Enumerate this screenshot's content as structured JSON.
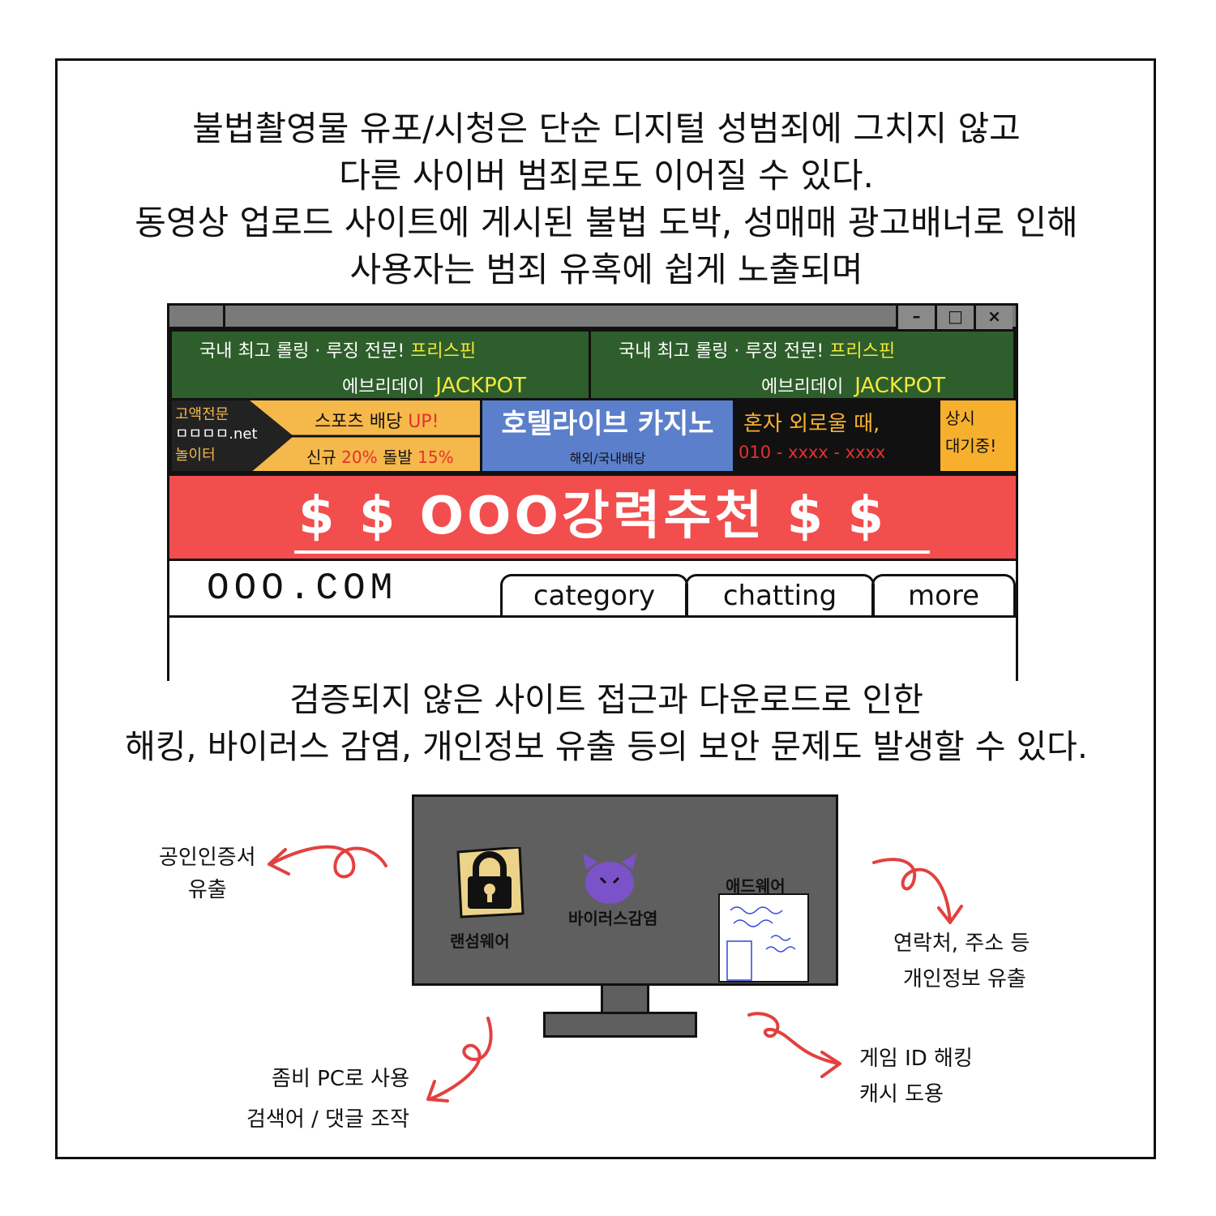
{
  "caption_top": [
    "불법촬영물 유포/시청은 단순 디지털 성범죄에 그치지 않고",
    "다른 사이버 범죄로도 이어질 수 있다.",
    "동영상 업로드 사이트에 게시된 불법 도박, 성매매 광고배너로 인해",
    "사용자는 범죄 유혹에 쉽게 노출되며"
  ],
  "caption_bottom": [
    "검증되지 않은 사이트 접근과 다운로드로 인한",
    "해킹, 바이러스 감염,  개인정보 유출 등의 보안 문제도 발생할 수 있다."
  ],
  "browser": {
    "window_buttons": [
      "–",
      "□",
      "×"
    ],
    "ad_green": {
      "line1": "국내 최고  롤링 · 루징 전문!",
      "line1_highlight": "프리스핀",
      "line2": "에브리데이",
      "line2_highlight": "JACKPOT"
    },
    "ad_black": [
      "고액전문",
      "ㅁㅁㅁㅁ.net",
      "놀이터"
    ],
    "ad_sports": {
      "line1": "스포츠 배당",
      "line1_highlight": "UP!",
      "line2_a": "신규",
      "line2_b": "20%",
      "line2_c": "돌발",
      "line2_d": "15%"
    },
    "ad_casino": {
      "title": "호텔라이브 카지노",
      "sub": "해외/국내배당"
    },
    "ad_lonely": {
      "line1": "혼자 외로울 때,",
      "line2": "010 - xxxx - xxxx"
    },
    "ad_always": [
      "상시",
      "대기중!"
    ],
    "red_banner": "$ $ OOO강력추천 $ $",
    "site_logo": "OOO.COM",
    "tabs": [
      "category",
      "chatting",
      "more"
    ]
  },
  "monitor": {
    "ransomware": "랜섬웨어",
    "virus": "바이러스감염",
    "adware": "애드웨어"
  },
  "notes": {
    "cert": [
      "공인인증서",
      "유출"
    ],
    "contact": [
      "연락처, 주소 등",
      "개인정보 유출"
    ],
    "zombie": [
      "좀비 PC로 사용",
      "검색어 / 댓글 조작"
    ],
    "game": [
      "게임 ID 해킹",
      "캐시 도용"
    ]
  },
  "colors": {
    "green_ad": "#2e5e2b",
    "yellow_ad": "#f5b84a",
    "blue_ad": "#5b7fcb",
    "red_banner": "#f24e4e",
    "orange_ad": "#f7b02e",
    "arrow": "#e34040",
    "devil": "#7b52c8",
    "folder": "#ecd38a"
  }
}
